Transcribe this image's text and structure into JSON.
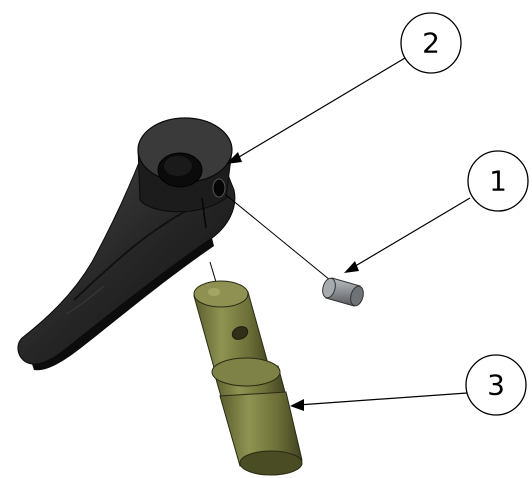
{
  "balloons": [
    {
      "id": "balloon-1",
      "label": "1"
    },
    {
      "id": "balloon-2",
      "label": "2"
    },
    {
      "id": "balloon-3",
      "label": "3"
    }
  ],
  "colors": {
    "arm": "#2b2b2b",
    "arm_dark": "#141414",
    "pin": "#7d8044",
    "pin_dark": "#3e4020",
    "dowel": "#8a8d92"
  },
  "parts": {
    "part_1": "dowel-pin",
    "part_2": "lever-arm",
    "part_3": "shaft"
  }
}
